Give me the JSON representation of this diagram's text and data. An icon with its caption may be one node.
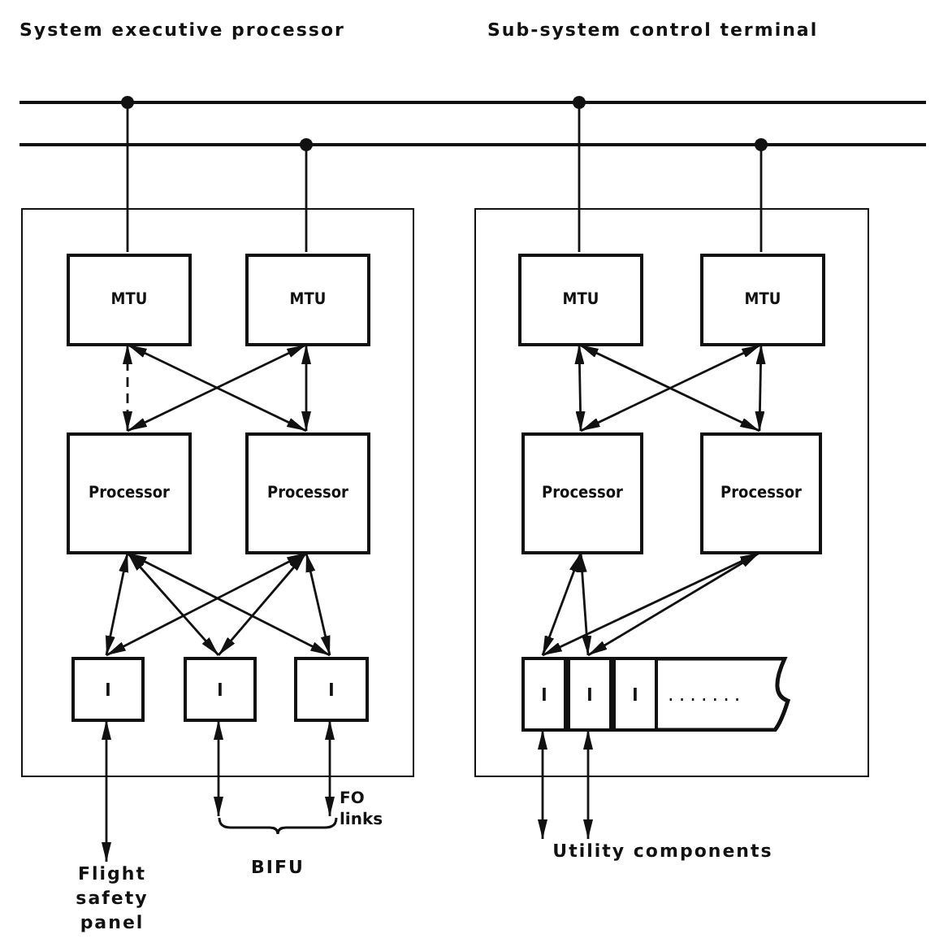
{
  "diagram": {
    "nodes": [
      {
        "text": [],
        "shape": "bar"
      },
      {
        "text": [],
        "shape": "bar"
      },
      {
        "text": [],
        "shape": "box"
      },
      {
        "text": [
          "MTU"
        ],
        "in": 2
      },
      {
        "text": [
          "MTU"
        ],
        "in": 2
      },
      {
        "text": [
          "Processor"
        ],
        "in": 2
      },
      {
        "text": [
          "Processor"
        ],
        "in": 2
      },
      {
        "text": [
          "I"
        ],
        "in": 2
      },
      {
        "text": [
          "I"
        ],
        "in": 2
      },
      {
        "text": [
          "I"
        ],
        "in": 2
      },
      {
        "text": [],
        "shape": "box"
      },
      {
        "text": [
          "MTU"
        ],
        "in": 10
      },
      {
        "text": [
          "MTU"
        ],
        "in": 10
      },
      {
        "text": [
          "Processor"
        ],
        "in": 10
      },
      {
        "text": [
          "Processor"
        ],
        "in": 10
      },
      {
        "text": [
          "I"
        ],
        "in": 10
      },
      {
        "text": [
          "I"
        ],
        "in": 10
      },
      {
        "text": [
          "I"
        ],
        "in": 10
      },
      {
        "text": [
          "......."
        ],
        "in": 10
      },
      {
        "text": [
          "Flight safety panel"
        ]
      },
      {
        "text": [
          "BIFU"
        ]
      },
      {
        "text": [
          "Utility components"
        ]
      }
    ],
    "edges": [
      {
        "from": 0,
        "to": 3,
        "arrow": "other"
      },
      {
        "from": 1,
        "to": 4,
        "arrow": "other"
      },
      {
        "from": 0,
        "to": 11,
        "arrow": "other"
      },
      {
        "from": 1,
        "to": 12,
        "arrow": "other"
      },
      {
        "from": 3,
        "to": 5,
        "arrow": "both",
        "style": "dashed"
      },
      {
        "from": 3,
        "to": 6,
        "arrow": "both"
      },
      {
        "from": 4,
        "to": 5,
        "arrow": "both"
      },
      {
        "from": 4,
        "to": 6,
        "arrow": "both"
      },
      {
        "from": 5,
        "to": 7,
        "arrow": "both"
      },
      {
        "from": 5,
        "to": 8,
        "arrow": "both"
      },
      {
        "from": 5,
        "to": 9,
        "arrow": "both"
      },
      {
        "from": 6,
        "to": 7,
        "arrow": "both"
      },
      {
        "from": 6,
        "to": 8,
        "arrow": "both"
      },
      {
        "from": 6,
        "to": 9,
        "arrow": "both"
      },
      {
        "from": 11,
        "to": 13,
        "arrow": "both"
      },
      {
        "from": 11,
        "to": 14,
        "arrow": "both"
      },
      {
        "from": 12,
        "to": 13,
        "arrow": "both"
      },
      {
        "from": 12,
        "to": 14,
        "arrow": "both"
      },
      {
        "from": 13,
        "to": 15,
        "arrow": "both"
      },
      {
        "from": 13,
        "to": 16,
        "arrow": "both"
      },
      {
        "from": 14,
        "to": 15,
        "arrow": "both"
      },
      {
        "from": 14,
        "to": 16,
        "arrow": "both"
      },
      {
        "from": 7,
        "to": 19,
        "arrow": "both"
      },
      {
        "from": 8,
        "to": 20,
        "arrow": "both"
      },
      {
        "from": 9,
        "to": 20,
        "arrow": "both"
      },
      {
        "from": 15,
        "to": 21,
        "arrow": "both"
      },
      {
        "from": 16,
        "to": 21,
        "arrow": "both"
      }
    ],
    "labels": [
      "System executive processor",
      "Sub-system control terminal",
      "FO links"
    ]
  }
}
